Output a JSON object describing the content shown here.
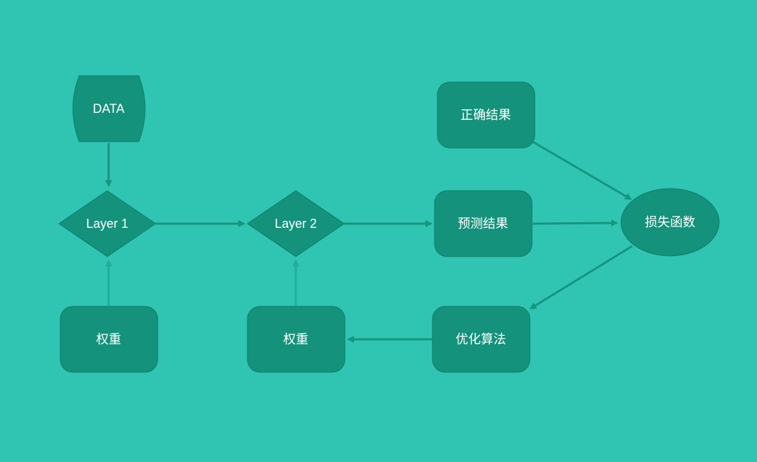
{
  "nodes": {
    "data": "DATA",
    "layer1": "Layer 1",
    "layer2": "Layer 2",
    "weight1": "权重",
    "weight2": "权重",
    "correct": "正确结果",
    "predict": "预测结果",
    "loss": "损失函数",
    "optimizer": "优化算法"
  },
  "colors": {
    "background": "#2fc5b2",
    "node_fill": "#14927b",
    "edge": "#16957f",
    "edge_light": "#1fae98",
    "label_text": "#ffffff"
  }
}
